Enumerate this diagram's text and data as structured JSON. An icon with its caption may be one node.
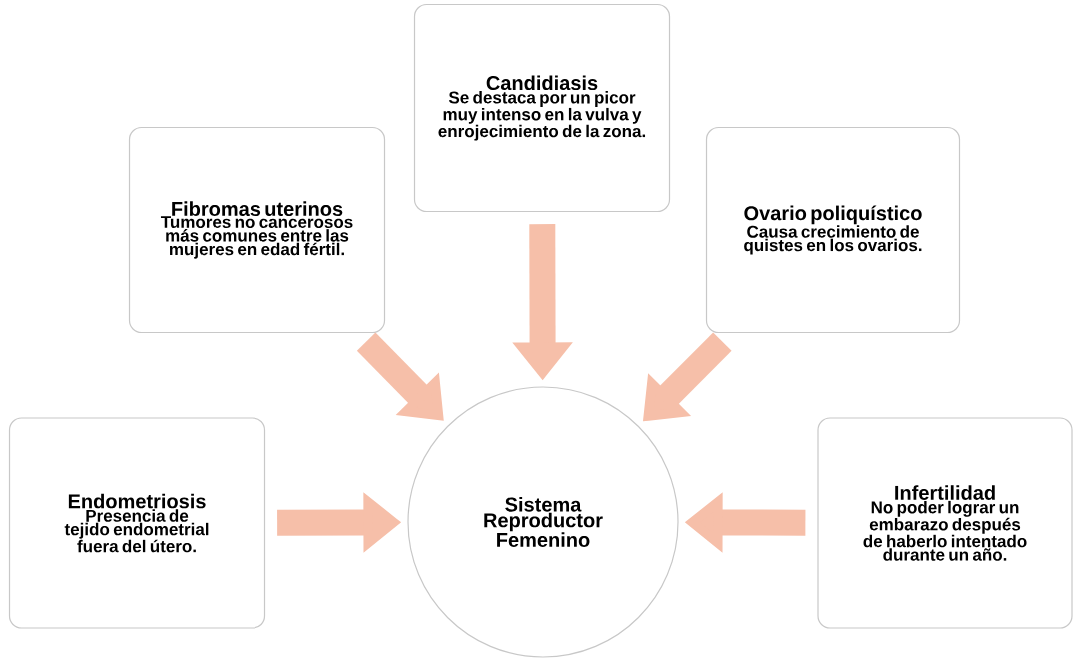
{
  "diagram": {
    "nodes": [
      {
        "text": [
          "Sistema Reproductor Femenino"
        ]
      },
      {
        "text": [
          "Fibromas uterinos",
          "Tumores no cancerosos más comunes entre las mujeres en edad fértil."
        ]
      },
      {
        "text": [
          "Candidiasis",
          "Se destaca por un picor muy intenso en la vulva y enrojecimiento de la zona."
        ]
      },
      {
        "text": [
          "Ovario poliquístico",
          "Causa crecimiento de quistes en los ovarios."
        ]
      },
      {
        "text": [
          "Endometriosis",
          "Presencia de tejido endometrial fuera del útero."
        ]
      },
      {
        "text": [
          "Infertilidad",
          "No poder lograr un embarazo después de haberlo intentado durante un año."
        ]
      }
    ],
    "edges": [
      {
        "from": 1,
        "to": 0,
        "arrow": "to"
      },
      {
        "from": 2,
        "to": 0,
        "arrow": "to"
      },
      {
        "from": 3,
        "to": 0,
        "arrow": "to"
      },
      {
        "from": 4,
        "to": 0,
        "arrow": "to"
      },
      {
        "from": 5,
        "to": 0,
        "arrow": "to"
      }
    ]
  }
}
